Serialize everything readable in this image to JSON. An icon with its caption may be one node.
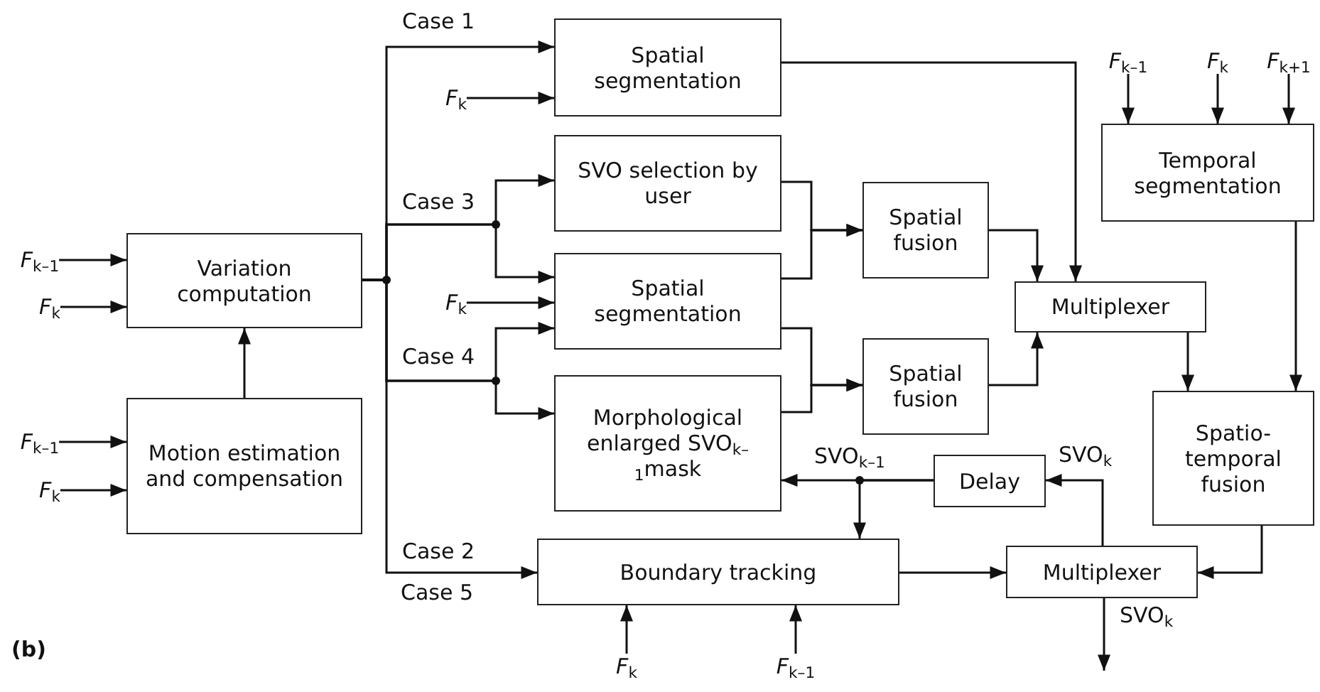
{
  "diagram": {
    "nodes": [
      {
        "text": [
          "Variation computation"
        ]
      },
      {
        "text": [
          "Motion estimation and compensation"
        ]
      },
      {
        "text": [
          "Spatial segmentation"
        ]
      },
      {
        "text": [
          "SVO selection by user"
        ]
      },
      {
        "text": [
          "Spatial segmentation"
        ]
      },
      {
        "text": [
          "Morphological enlarged SVO$_{k–1}$mask"
        ]
      },
      {
        "text": [
          "Boundary tracking"
        ]
      },
      {
        "text": [
          "Spatial fusion"
        ]
      },
      {
        "text": [
          "Spatial fusion"
        ]
      },
      {
        "text": [
          "Multiplexer"
        ]
      },
      {
        "text": [
          "Temporal segmentation"
        ]
      },
      {
        "text": [
          "Spatio- temporal fusion"
        ]
      },
      {
        "text": [
          "Delay"
        ]
      },
      {
        "text": [
          "Multiplexer"
        ]
      },
      {
        "text": [
          "*F*$_{k–1}$"
        ]
      },
      {
        "text": [
          "*F*$_{k}$"
        ]
      },
      {
        "text": [
          "*F*$_{k–1}$"
        ]
      },
      {
        "text": [
          "*F*$_{k}$"
        ]
      },
      {
        "text": [
          "*F*$_{k}$"
        ]
      },
      {
        "text": [
          "*F*$_{k}$"
        ]
      },
      {
        "text": [
          "*F*$_{k–1}$"
        ]
      },
      {
        "text": [
          "*F*$_{k}$"
        ]
      },
      {
        "text": [
          "*F*$_{k+1}$"
        ]
      },
      {
        "text": [
          "*F*$_{k}$"
        ]
      },
      {
        "text": [
          "*F*$_{k–1}$"
        ]
      }
    ],
    "edges": [
      {
        "from": 14,
        "to": 0,
        "arrow": "to"
      },
      {
        "from": 15,
        "to": 0,
        "arrow": "to"
      },
      {
        "from": 16,
        "to": 1,
        "arrow": "to"
      },
      {
        "from": 17,
        "to": 1,
        "arrow": "to"
      },
      {
        "from": 1,
        "to": 0,
        "arrow": "to"
      },
      {
        "from": 18,
        "to": 2,
        "arrow": "to"
      },
      {
        "from": 19,
        "to": 4,
        "arrow": "to"
      },
      {
        "from": 20,
        "to": 10,
        "arrow": "to"
      },
      {
        "from": 21,
        "to": 10,
        "arrow": "to"
      },
      {
        "from": 22,
        "to": 10,
        "arrow": "to"
      },
      {
        "from": 23,
        "to": 6,
        "arrow": "to"
      },
      {
        "from": 24,
        "to": 6,
        "arrow": "to"
      },
      {
        "from": 0,
        "to": 2,
        "arrow": "to",
        "label": "Case 1"
      },
      {
        "from": 0,
        "to": 3,
        "arrow": "to",
        "label": "Case 3"
      },
      {
        "from": 0,
        "to": 4,
        "arrow": "to"
      },
      {
        "from": 0,
        "to": 4,
        "arrow": "to",
        "label": "Case 4"
      },
      {
        "from": 0,
        "to": 5,
        "arrow": "to"
      },
      {
        "from": 0,
        "to": 6,
        "arrow": "to",
        "label": "Case 2"
      },
      {
        "from": 3,
        "to": 7,
        "arrow": "to"
      },
      {
        "from": 4,
        "to": 7,
        "arrow": "to"
      },
      {
        "from": 4,
        "to": 8,
        "arrow": "to"
      },
      {
        "from": 5,
        "to": 8,
        "arrow": "to"
      },
      {
        "from": 2,
        "to": 9,
        "arrow": "to"
      },
      {
        "from": 7,
        "to": 9,
        "arrow": "to"
      },
      {
        "from": 8,
        "to": 9,
        "arrow": "to"
      },
      {
        "from": 10,
        "to": 11,
        "arrow": "to"
      },
      {
        "from": 9,
        "to": 11,
        "arrow": "to"
      },
      {
        "from": 11,
        "to": 13,
        "arrow": "to"
      },
      {
        "from": 6,
        "to": 13,
        "arrow": "to"
      },
      {
        "from": 13,
        "to": 12,
        "arrow": "to",
        "label": "SVO$_{k}$"
      },
      {
        "from": 12,
        "to": 5,
        "arrow": "to",
        "label": "SVO$_{k–1}$"
      },
      {
        "from": 12,
        "to": 6,
        "arrow": "to"
      },
      {
        "from": 13,
        "to": null,
        "arrow": "to",
        "label": "SVO$_{k}$"
      }
    ],
    "labels": [
      "Case 5",
      "(b)"
    ]
  }
}
